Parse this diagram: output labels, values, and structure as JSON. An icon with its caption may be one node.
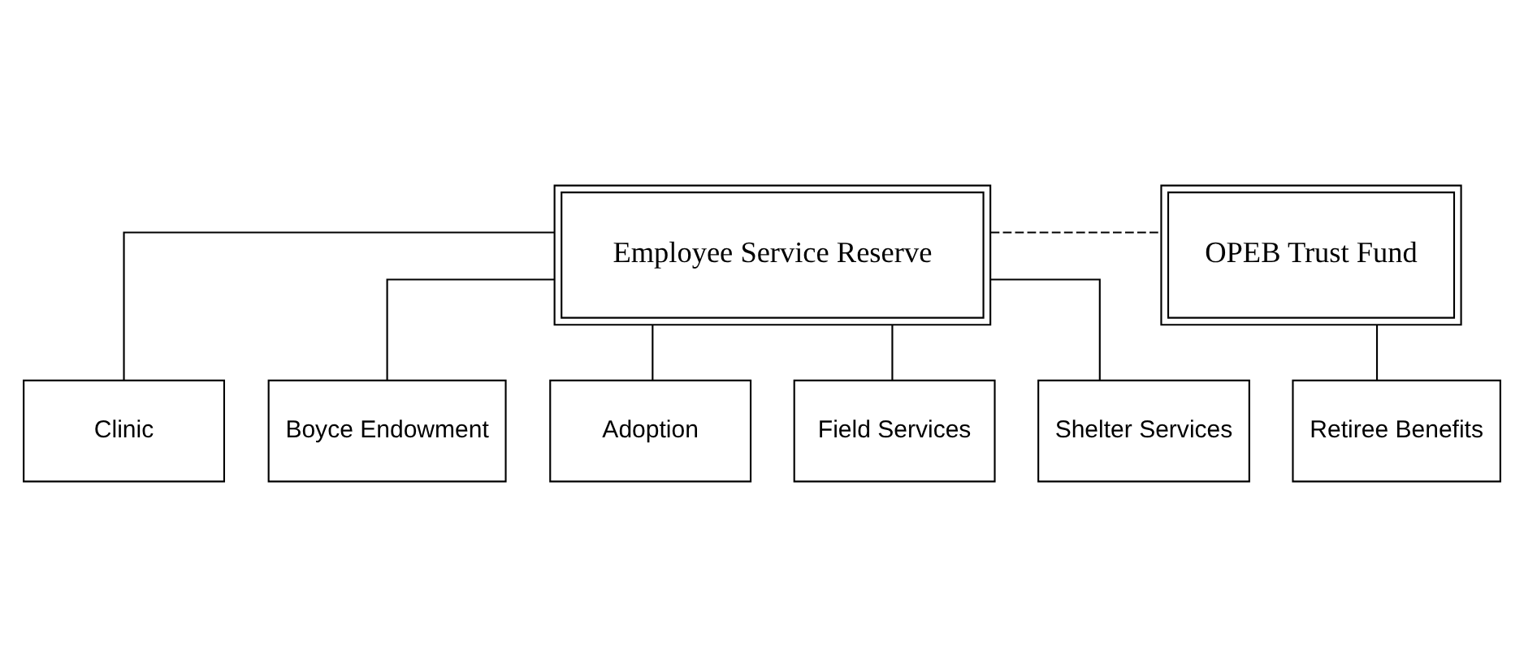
{
  "diagram": {
    "nodes": [
      {
        "text": [
          "Employee Service Reserve"
        ]
      },
      {
        "text": [
          "OPEB Trust Fund"
        ]
      },
      {
        "text": [
          "Clinic"
        ]
      },
      {
        "text": [
          "Boyce Endowment"
        ]
      },
      {
        "text": [
          "Adoption"
        ]
      },
      {
        "text": [
          "Field Services"
        ]
      },
      {
        "text": [
          "Shelter Services"
        ]
      },
      {
        "text": [
          "Retiree Benefits"
        ]
      }
    ],
    "edges": [
      {
        "from": 0,
        "to": 1,
        "arrow": "none",
        "style": "dashed"
      },
      {
        "from": 0,
        "to": 2,
        "arrow": "none"
      },
      {
        "from": 0,
        "to": 3,
        "arrow": "none"
      },
      {
        "from": 0,
        "to": 4,
        "arrow": "none"
      },
      {
        "from": 0,
        "to": 5,
        "arrow": "none"
      },
      {
        "from": 0,
        "to": 6,
        "arrow": "none"
      },
      {
        "from": 1,
        "to": 7,
        "arrow": "none"
      }
    ]
  }
}
